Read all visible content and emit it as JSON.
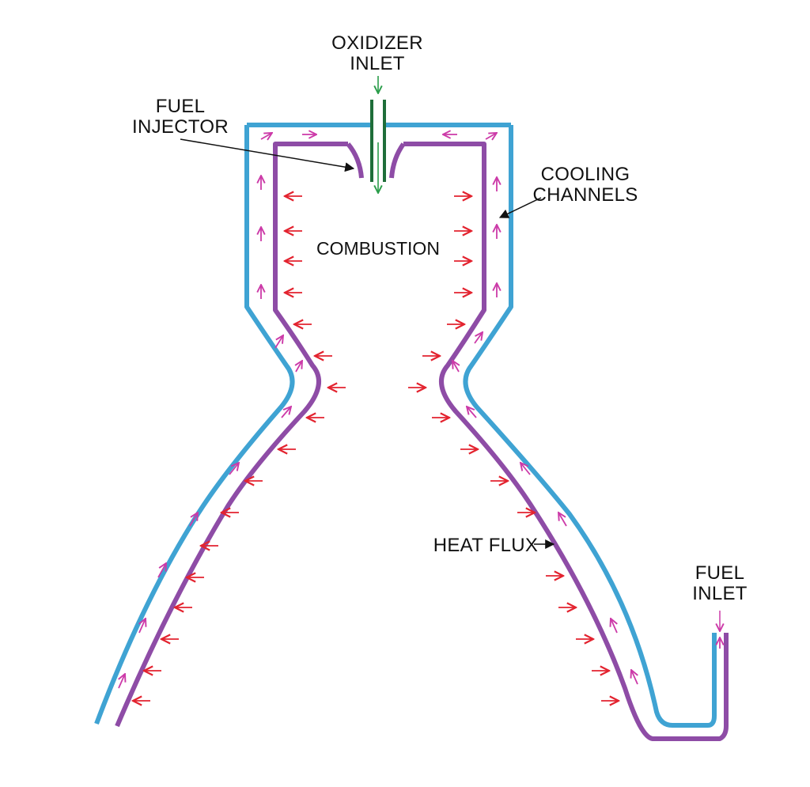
{
  "labels": {
    "oxidizer_inlet": [
      "OXIDIZER",
      "INLET"
    ],
    "fuel_injector": [
      "FUEL",
      "INJECTOR"
    ],
    "cooling_channels": [
      "COOLING",
      "CHANNELS"
    ],
    "combustion": "COMBUSTION",
    "heat_flux": "HEAT FLUX",
    "fuel_inlet": [
      "FUEL",
      "INLET"
    ]
  },
  "colors": {
    "outer_wall": "#3fa3d3",
    "inner_wall": "#8e4ca6",
    "oxidizer_line": "#1f6e3a",
    "oxidizer_arrow": "#2a9d4a",
    "coolant_arrow": "#cc3aa8",
    "heat_arrow": "#e3232f",
    "leader": "#111111"
  },
  "icons": {
    "heat_arrow": "arrow-icon",
    "coolant_arrow": "arrow-icon"
  }
}
